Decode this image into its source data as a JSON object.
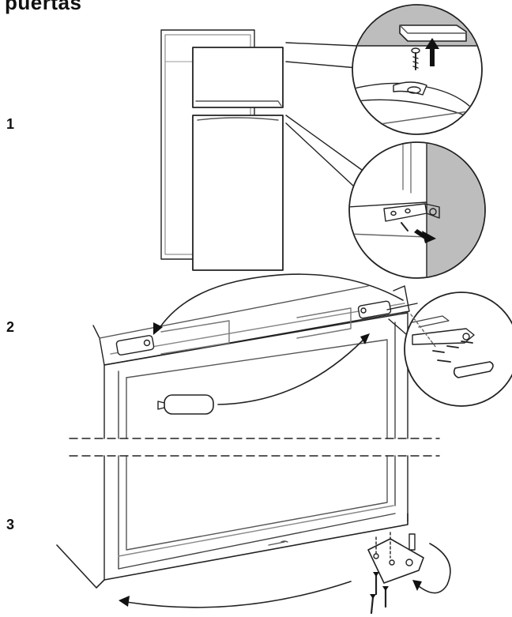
{
  "title": "puertas",
  "steps": [
    "1",
    "2",
    "3"
  ]
}
